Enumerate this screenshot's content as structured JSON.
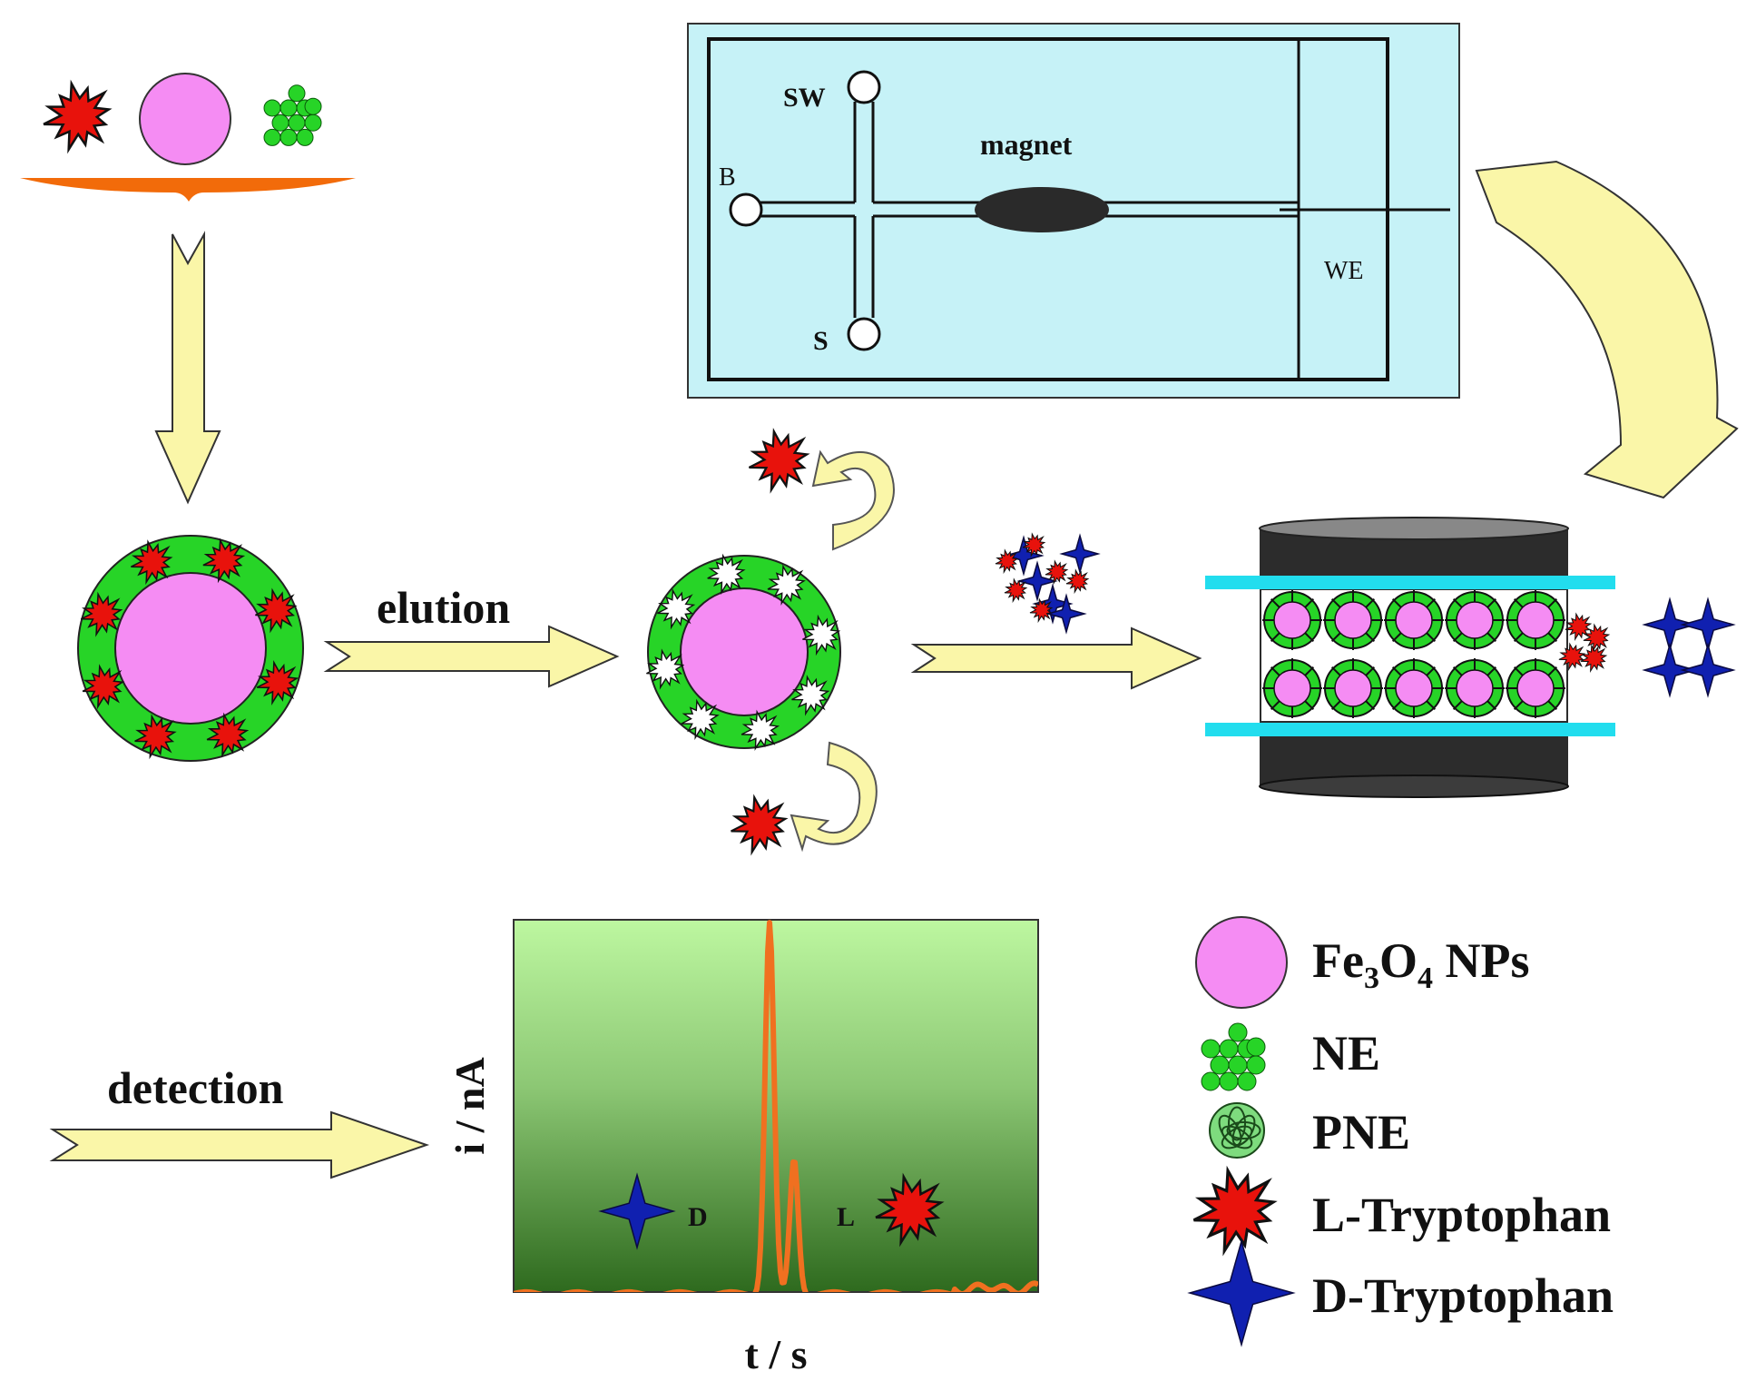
{
  "chip": {
    "sw_label": "SW",
    "b_label": "B",
    "magnet_label": "magnet",
    "s_label": "S",
    "we_label": "WE"
  },
  "flow": {
    "elution_label": "elution",
    "detection_label": "detection"
  },
  "plot": {
    "ylabel": "i / nA",
    "xlabel": "t / s",
    "peak_d_label": "D",
    "peak_l_label": "L"
  },
  "legend": {
    "fe3o4_main": "Fe",
    "fe3o4_sub1": "3",
    "fe3o4_mid": "O",
    "fe3o4_sub2": "4",
    "fe3o4_tail": " NPs",
    "ne": "NE",
    "pne": "PNE",
    "l_trp": "L-Tryptophan",
    "d_trp": "D-Tryptophan"
  },
  "colors": {
    "fe3o4": "#F58CF3",
    "ne_green": "#27D427",
    "l_trp_red": "#E8120C",
    "d_trp_blue": "#1020B0",
    "arrow_fill": "#FAF6A8",
    "chip_bg": "#C6F2F7",
    "electrode": "#2C2C2C",
    "electrode_edge": "#22DDEE",
    "trace": "#F07020"
  },
  "icons": [
    "l-tryptophan-icon",
    "fe3o4-np-icon",
    "ne-cluster-icon",
    "pne-icon",
    "d-tryptophan-icon",
    "magnet-icon"
  ]
}
